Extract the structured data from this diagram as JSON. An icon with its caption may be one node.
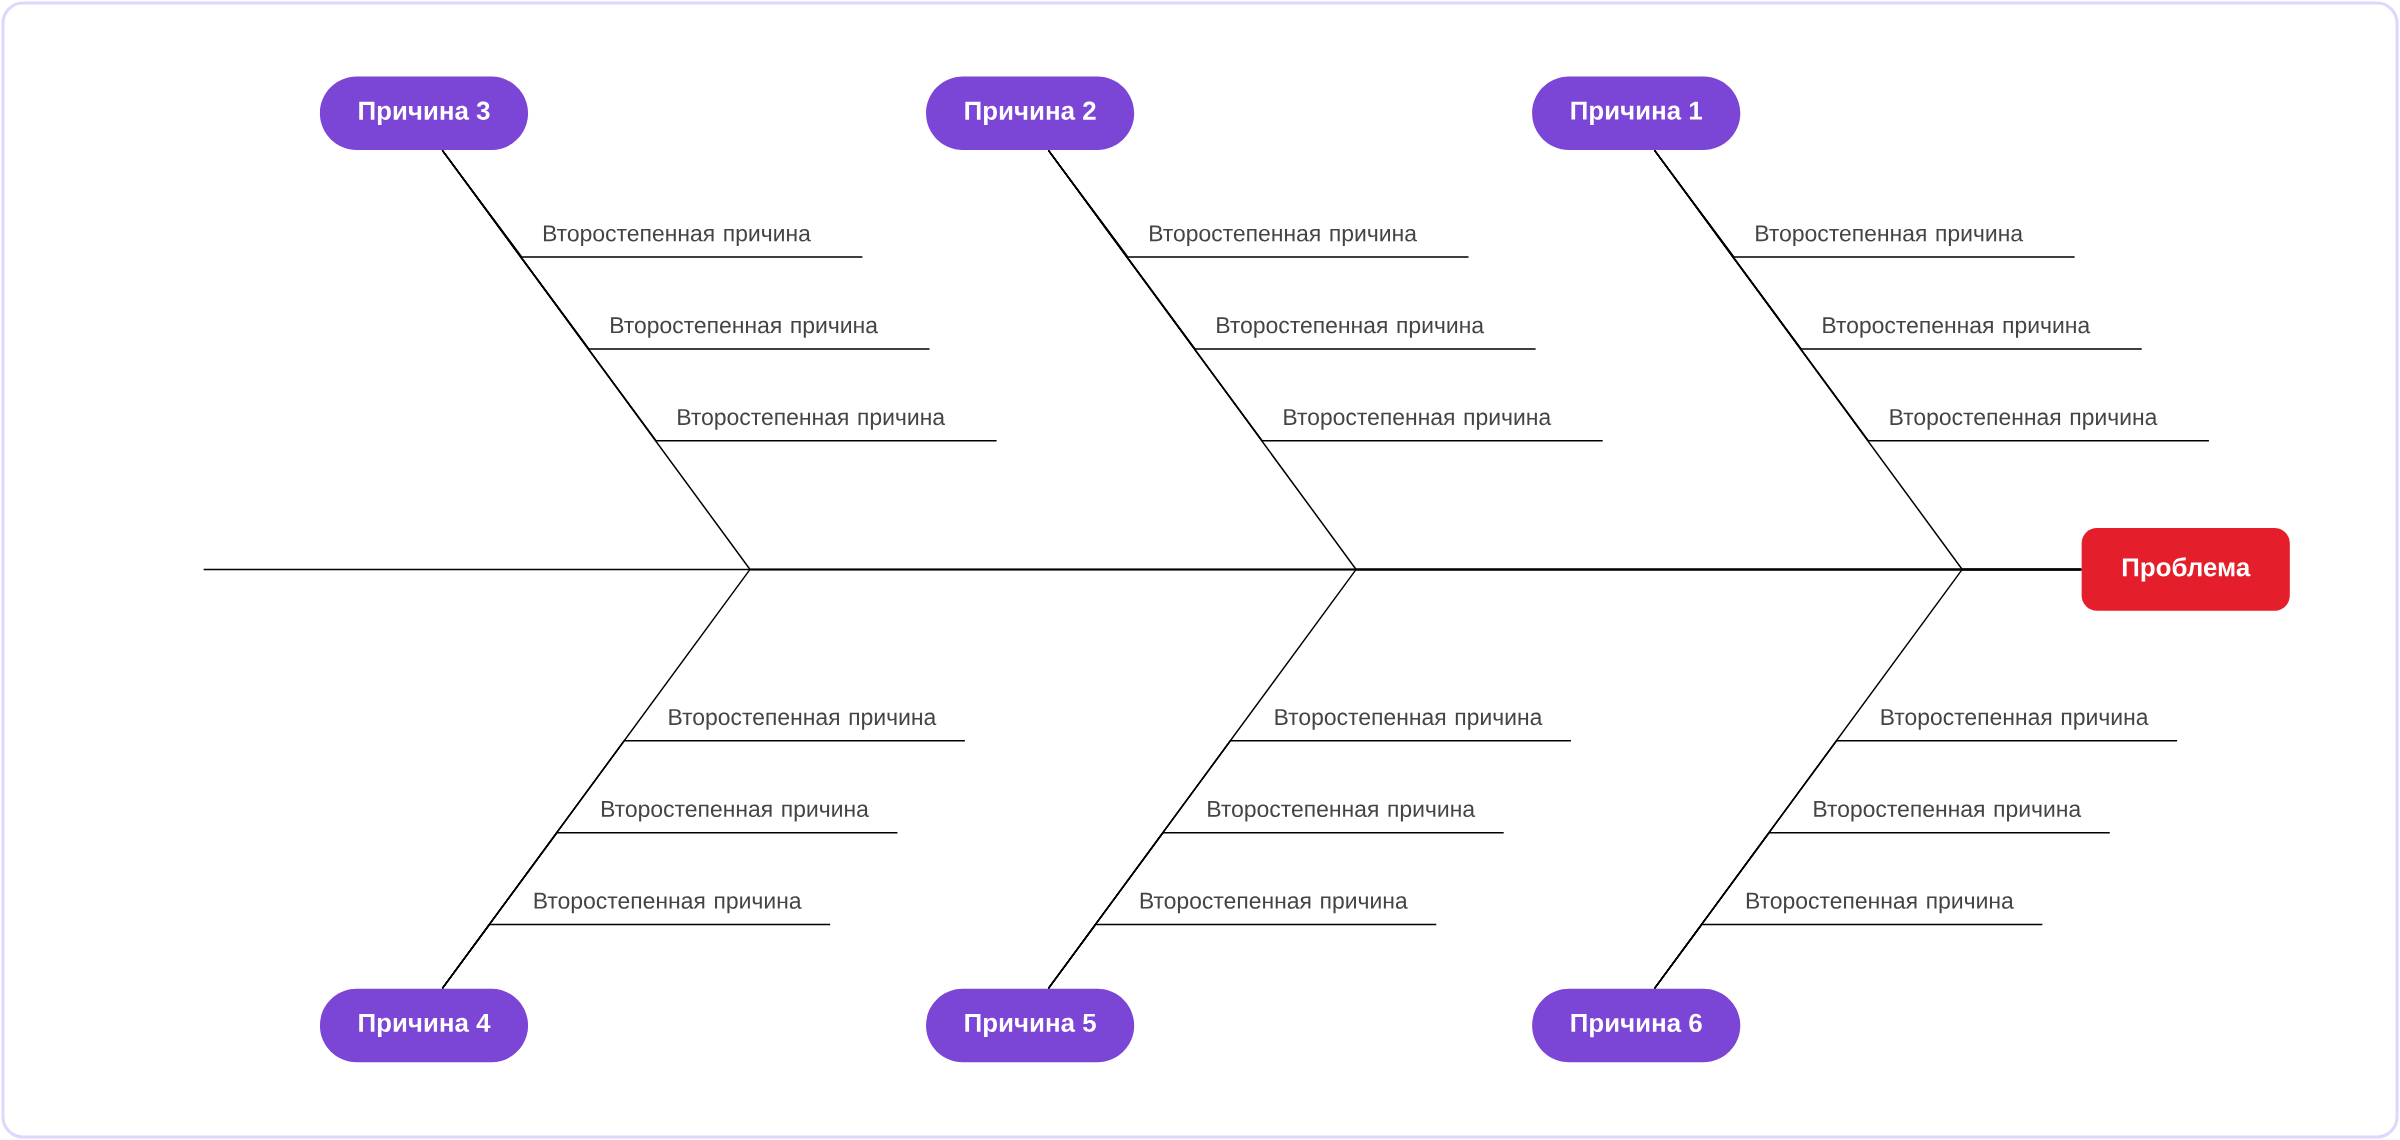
{
  "diagram": {
    "nodes": [
      {
        "text": [
          "Причина 3"
        ]
      },
      {
        "text": [
          "Причина 2"
        ]
      },
      {
        "text": [
          "Причина 1"
        ]
      },
      {
        "text": [
          "Проблема"
        ]
      },
      {
        "text": [
          "Причина 4"
        ]
      },
      {
        "text": [
          "Причина 5"
        ]
      },
      {
        "text": [
          "Причина 6"
        ]
      },
      {
        "text": [
          "Второстепенная причина"
        ]
      },
      {
        "text": [
          "Второстепенная причина"
        ]
      },
      {
        "text": [
          "Второстепенная причина"
        ]
      },
      {
        "text": [
          "Второстепенная причина"
        ]
      },
      {
        "text": [
          "Второстепенная причина"
        ]
      },
      {
        "text": [
          "Второстепенная причина"
        ]
      },
      {
        "text": [
          "Второстепенная причина"
        ]
      },
      {
        "text": [
          "Второстепенная причина"
        ]
      },
      {
        "text": [
          "Второстепенная причина"
        ]
      },
      {
        "text": [
          "Второстепенная причина"
        ]
      },
      {
        "text": [
          "Второстепенная причина"
        ]
      },
      {
        "text": [
          "Второстепенная причина"
        ]
      },
      {
        "text": [
          "Второстепенная причина"
        ]
      },
      {
        "text": [
          "Второстепенная причина"
        ]
      },
      {
        "text": [
          "Второстепенная причина"
        ]
      },
      {
        "text": [
          "Второстепенная причина"
        ]
      },
      {
        "text": [
          "Второстепенная причина"
        ]
      },
      {
        "text": [
          "Второстепенная причина"
        ]
      }
    ],
    "edges": [
      {
        "from": null,
        "to": 3,
        "arrow": "none"
      },
      {
        "from": 0,
        "to": 3,
        "arrow": "none"
      },
      {
        "from": 1,
        "to": 3,
        "arrow": "none"
      },
      {
        "from": 2,
        "to": 3,
        "arrow": "none"
      },
      {
        "from": 4,
        "to": 3,
        "arrow": "none"
      },
      {
        "from": 5,
        "to": 3,
        "arrow": "none"
      },
      {
        "from": 6,
        "to": 3,
        "arrow": "none"
      },
      {
        "from": 7,
        "to": 0,
        "arrow": "none"
      },
      {
        "from": 8,
        "to": 0,
        "arrow": "none"
      },
      {
        "from": 9,
        "to": 0,
        "arrow": "none"
      },
      {
        "from": 10,
        "to": 1,
        "arrow": "none"
      },
      {
        "from": 11,
        "to": 1,
        "arrow": "none"
      },
      {
        "from": 12,
        "to": 1,
        "arrow": "none"
      },
      {
        "from": 13,
        "to": 2,
        "arrow": "none"
      },
      {
        "from": 14,
        "to": 2,
        "arrow": "none"
      },
      {
        "from": 15,
        "to": 2,
        "arrow": "none"
      },
      {
        "from": 16,
        "to": 4,
        "arrow": "none"
      },
      {
        "from": 17,
        "to": 4,
        "arrow": "none"
      },
      {
        "from": 18,
        "to": 4,
        "arrow": "none"
      },
      {
        "from": 19,
        "to": 5,
        "arrow": "none"
      },
      {
        "from": 20,
        "to": 5,
        "arrow": "none"
      },
      {
        "from": 21,
        "to": 5,
        "arrow": "none"
      },
      {
        "from": 22,
        "to": 6,
        "arrow": "none"
      },
      {
        "from": 23,
        "to": 6,
        "arrow": "none"
      },
      {
        "from": 24,
        "to": 6,
        "arrow": "none"
      }
    ]
  }
}
